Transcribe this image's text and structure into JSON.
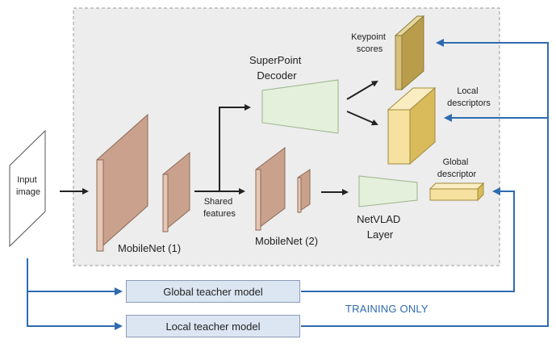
{
  "labels": {
    "input_image": [
      "Input",
      "image"
    ],
    "mobilenet1": "MobileNet (1)",
    "shared_features": [
      "Shared",
      "features"
    ],
    "mobilenet2": "MobileNet (2)",
    "superpoint_decoder": [
      "SuperPoint",
      "Decoder"
    ],
    "keypoint_scores": [
      "Keypoint",
      "scores"
    ],
    "local_descriptors": [
      "Local",
      "descriptors"
    ],
    "netvlad_layer": [
      "NetVLAD",
      "Layer"
    ],
    "global_descriptor": [
      "Global",
      "descriptor"
    ],
    "global_teacher": "Global teacher model",
    "local_teacher": "Local teacher model",
    "training_only": "TRAINING ONLY"
  },
  "colors": {
    "region_fill": "#ededed",
    "region_border": "#9a9a9a",
    "mobilenet_front": "#caa18c",
    "mobilenet_side": "#e6c7b5",
    "decoder_fill": "#e4f0dc",
    "keypoint_front": "#d6c07a",
    "keypoint_side": "#b99d4a",
    "descriptor_front": "#f6e1a0",
    "descriptor_side": "#d9bb5c",
    "teacher_fill": "#dce6f2",
    "training_arrow": "#2e6bb0",
    "black_arrow": "#222222"
  }
}
